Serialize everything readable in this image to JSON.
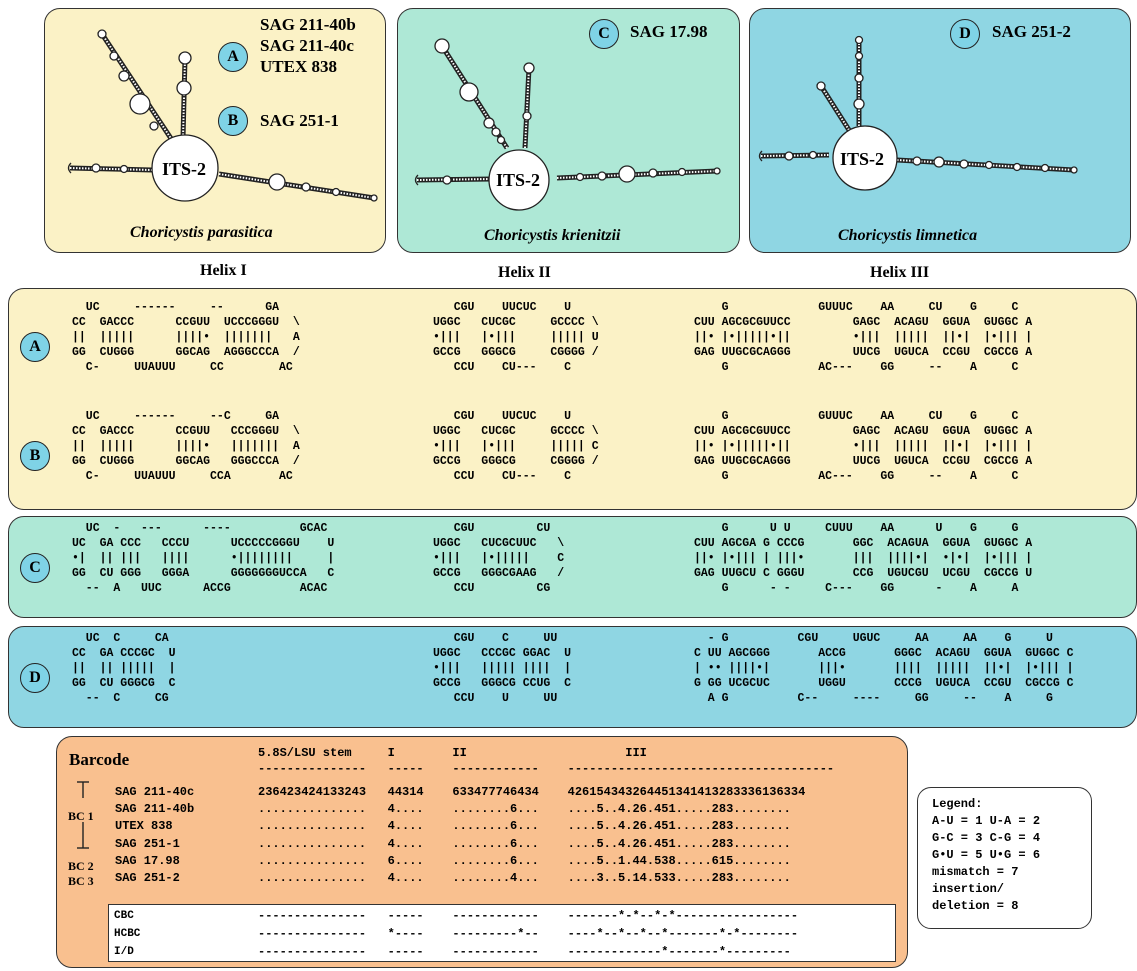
{
  "structures": [
    {
      "species": "Choricystis parasitica",
      "center_label": "ITS-2",
      "strain_groups": [
        {
          "badge": "A",
          "strains": [
            "SAG 211-40b",
            "SAG 211-40c",
            "UTEX 838"
          ]
        },
        {
          "badge": "B",
          "strains": [
            "SAG 251-1"
          ]
        }
      ],
      "bg": "#fbf2c6"
    },
    {
      "species": "Choricystis krienitzii",
      "center_label": "ITS-2",
      "strain_groups": [
        {
          "badge": "C",
          "strains": [
            "SAG 17.98"
          ]
        }
      ],
      "bg": "#aee8d6"
    },
    {
      "species": "Choricystis limnetica",
      "center_label": "ITS-2",
      "strain_groups": [
        {
          "badge": "D",
          "strains": [
            "SAG 251-2"
          ]
        }
      ],
      "bg": "#8fd6e3"
    }
  ],
  "helix_titles": [
    "Helix I",
    "Helix II",
    "Helix III"
  ],
  "alignments": {
    "A": {
      "h1": "  UC     ------     --      GA\nCC  GACCC      CCGUU  UCCCGGGU  \\\n||  |||||      ||||•  |||||||   A\nGG  CUGGG      GGCAG  AGGGCCCA  /\n  C-     UUAUUU     CC        AC",
      "h2": "   CGU    UUCUC    U\nUGGC   CUCGC     GCCCC \\\n•|||   |•|||     ||||| U\nGCCG   GGGCG     CGGGG /\n   CCU    CU---    C",
      "h3": "    G             GUUUC    AA     CU    G     C\nCUU AGCGCGUUCC         GAGC  ACAGU  GGUA  GUGGC A\n||• |•|||||•||         •|||  |||||  ||•|  |•||| |\nGAG UUGCGCAGGG         UUCG  UGUCA  CCGU  CGCCG A\n    G             AC---    GG     --    A     C"
    },
    "B": {
      "h1": "  UC     ------     --C     GA\nCC  GACCC      CCGUU   CCCGGGU  \\\n||  |||||      ||||•   |||||||  A\nGG  CUGGG      GGCAG   GGGCCCA  /\n  C-     UUAUUU     CCA       AC",
      "h2": "   CGU    UUCUC    U\nUGGC   CUCGC     GCCCC \\\n•|||   |•|||     ||||| C\nGCCG   GGGCG     CGGGG /\n   CCU    CU---    C",
      "h3": "    G             GUUUC    AA     CU    G     C\nCUU AGCGCGUUCC         GAGC  ACAGU  GGUA  GUGGC A\n||• |•|||||•||         •|||  |||||  ||•|  |•||| |\nGAG UUGCGCAGGG         UUCG  UGUCA  CCGU  CGCCG A\n    G             AC---    GG     --    A     C"
    },
    "C": {
      "h1": "  UC  -   ---      ----          GCAC\nUC  GA CCC   CCCU      UCCCCCGGGU    U\n•|  || |||   ||||      •||||||||     |\nGG  CU GGG   GGGA      GGGGGGGUCCA   C\n  --  A   UUC      ACCG          ACAC",
      "h2": "   CGU         CU\nUGGC   CUCGCUUC   \\\n•|||   |•|||||    C\nGCCG   GGGCGAAG   /\n   CCU         CG",
      "h3": "    G      U U     CUUU    AA      U    G     G\nCUU AGCGA G CCCG       GGC  ACAGUA  GGUA  GUGGC A\n||• |•||| | |||•       |||  ||||•|  •|•|  |•||| |\nGAG UUGCU C GGGU       CCG  UGUCGU  UCGU  CGCCG U\n    G      - -     C---    GG      -    A     A"
    },
    "D": {
      "h1": "  UC  C     CA\nCC  GA CCCGC  U\n||  || |||||  |\nGG  CU GGGCG  C\n  --  C     CG",
      "h2": "   CGU    C     UU\nUGGC   CCCGC GGAC  U\n•|||   ||||| ||||  |\nGCCG   GGGCG CCUG  C\n   CCU    U     UU",
      "h3": "  - G          CGU     UGUC     AA     AA    G     U\nC UU AGCGGG       ACCG       GGGC  ACAGU  GGUA  GUGGC C\n| •• ||||•|       |||•       ||||  |||||  ||•|  |•||| |\nG GG UCGCUC       UGGU       CCCG  UGUCA  CCGU  CGCCG C\n  A G          C--     ----     GG     --    A     G"
    }
  },
  "barcode": {
    "title": "Barcode",
    "header": "5.8S/LSU stem     I        II                      III\n---------------   -----    ------------    -------------------------------------",
    "bc_labels": [
      "BC 1",
      "BC 2",
      "BC 3"
    ],
    "rows": [
      {
        "strain": "SAG 211-40c",
        "seq": "236423424133243   44314    633477746434    426154343264451341413283336136334"
      },
      {
        "strain": "SAG 211-40b",
        "seq": "...............   4....    ........6...    ....5..4.26.451.....283........"
      },
      {
        "strain": "UTEX 838",
        "seq": "...............   4....    ........6...    ....5..4.26.451.....283........"
      },
      {
        "strain": "SAG 251-1",
        "seq": "...............   4....    ........6...    ....5..4.26.451.....283........"
      },
      {
        "strain": "SAG 17.98",
        "seq": "...............   6....    ........6...    ....5..1.44.538.....615........"
      },
      {
        "strain": "SAG 251-2",
        "seq": "...............   4....    ........4...    ....3..5.14.533.....283........"
      }
    ],
    "comparisons": [
      {
        "label": "CBC",
        "seq": "---------------   -----    ------------    -------*-*--*-*-----------------"
      },
      {
        "label": "HCBC",
        "seq": "---------------   *----    ---------*--    ----*--*--*--*-------*-*--------"
      },
      {
        "label": "I/D",
        "seq": "---------------   -----    ------------    -------------*-------*---------"
      }
    ]
  },
  "legend": {
    "title": "Legend:",
    "lines": [
      "A-U = 1 U-A = 2",
      "G-C = 3 C-G = 4",
      "G•U = 5 U•G = 6",
      "mismatch = 7",
      "insertion/",
      "deletion = 8"
    ]
  },
  "colors": {
    "yellow": "#fbf2c6",
    "green": "#aee8d6",
    "blue": "#8fd6e3",
    "orange": "#f9c08f",
    "badge": "#7fd3e6"
  }
}
